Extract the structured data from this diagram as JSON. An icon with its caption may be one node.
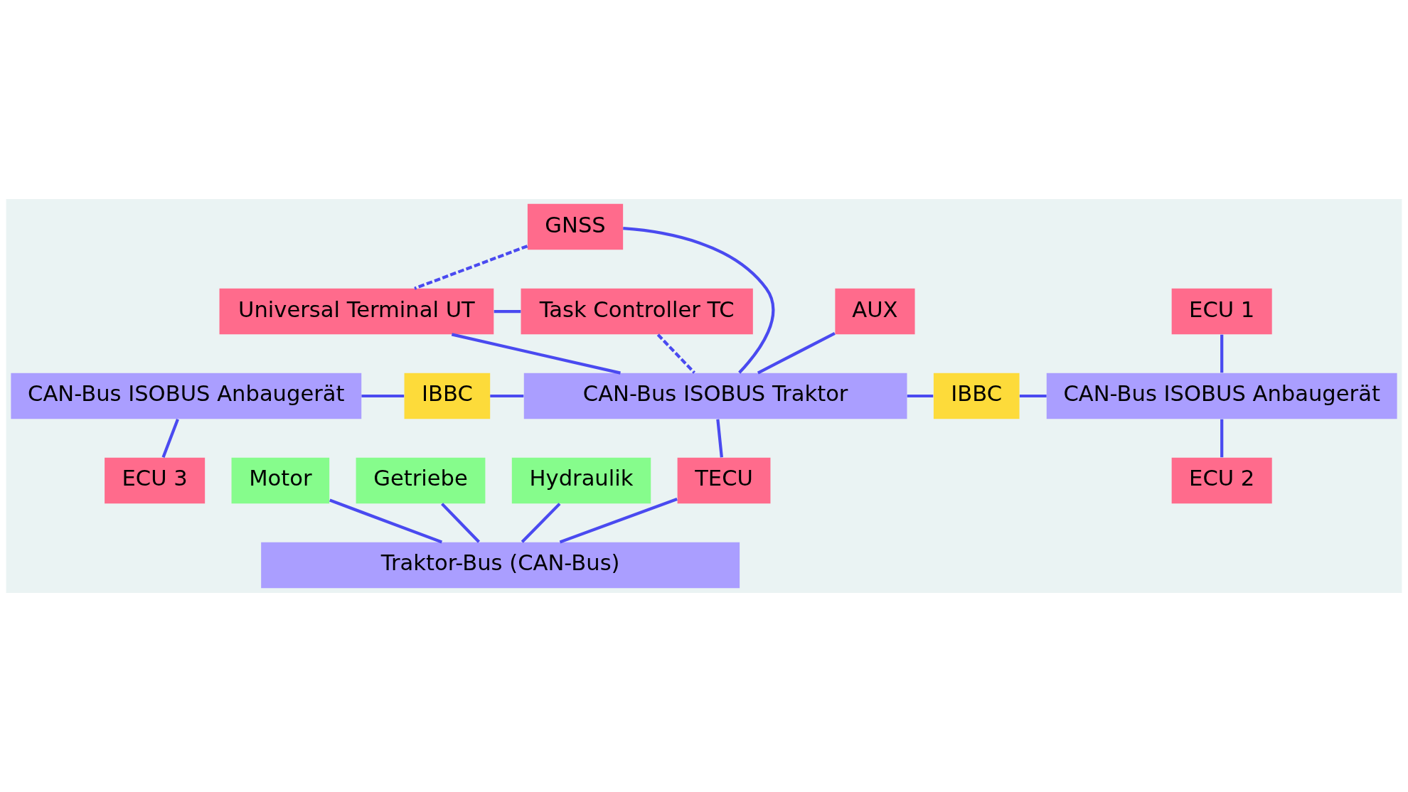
{
  "diagram": {
    "nodes": [
      {
        "text": [
          "GNSS"
        ]
      },
      {
        "text": [
          "Task Controller TC"
        ]
      },
      {
        "text": [
          "Universal Terminal UT"
        ]
      },
      {
        "text": [
          "AUX"
        ]
      },
      {
        "text": [
          "ECU 1"
        ]
      },
      {
        "text": [
          "CAN-Bus ISOBUS Anbaugerät"
        ]
      },
      {
        "text": [
          "IBBC"
        ]
      },
      {
        "text": [
          "CAN-Bus ISOBUS Traktor"
        ]
      },
      {
        "text": [
          "IBBC"
        ]
      },
      {
        "text": [
          "CAN-Bus ISOBUS Anbaugerät"
        ]
      },
      {
        "text": [
          "ECU 3"
        ]
      },
      {
        "text": [
          "Motor"
        ]
      },
      {
        "text": [
          "TECU"
        ]
      },
      {
        "text": [
          "Getriebe"
        ]
      },
      {
        "text": [
          "Hydraulik"
        ]
      },
      {
        "text": [
          "ECU 2"
        ]
      },
      {
        "text": [
          "Traktor-Bus (CAN-Bus)"
        ]
      }
    ],
    "edges": [
      {
        "from": 0,
        "to": 2,
        "arrow": "none",
        "style": "dashed"
      },
      {
        "from": 0,
        "to": 7,
        "arrow": "none"
      },
      {
        "from": 1,
        "to": 2,
        "arrow": "none"
      },
      {
        "from": 1,
        "to": 7,
        "arrow": "none",
        "style": "dashed"
      },
      {
        "from": 2,
        "to": 7,
        "arrow": "none"
      },
      {
        "from": 3,
        "to": 7,
        "arrow": "none"
      },
      {
        "from": 4,
        "to": 9,
        "arrow": "none"
      },
      {
        "from": 5,
        "to": 6,
        "arrow": "none"
      },
      {
        "from": 6,
        "to": 7,
        "arrow": "none"
      },
      {
        "from": 7,
        "to": 8,
        "arrow": "none"
      },
      {
        "from": 8,
        "to": 9,
        "arrow": "none"
      },
      {
        "from": 5,
        "to": 10,
        "arrow": "none"
      },
      {
        "from": 9,
        "to": 15,
        "arrow": "none"
      },
      {
        "from": 7,
        "to": 12,
        "arrow": "none"
      },
      {
        "from": 11,
        "to": 16,
        "arrow": "none"
      },
      {
        "from": 12,
        "to": 16,
        "arrow": "none"
      },
      {
        "from": 13,
        "to": 16,
        "arrow": "none"
      },
      {
        "from": 14,
        "to": 16,
        "arrow": "none"
      }
    ]
  }
}
